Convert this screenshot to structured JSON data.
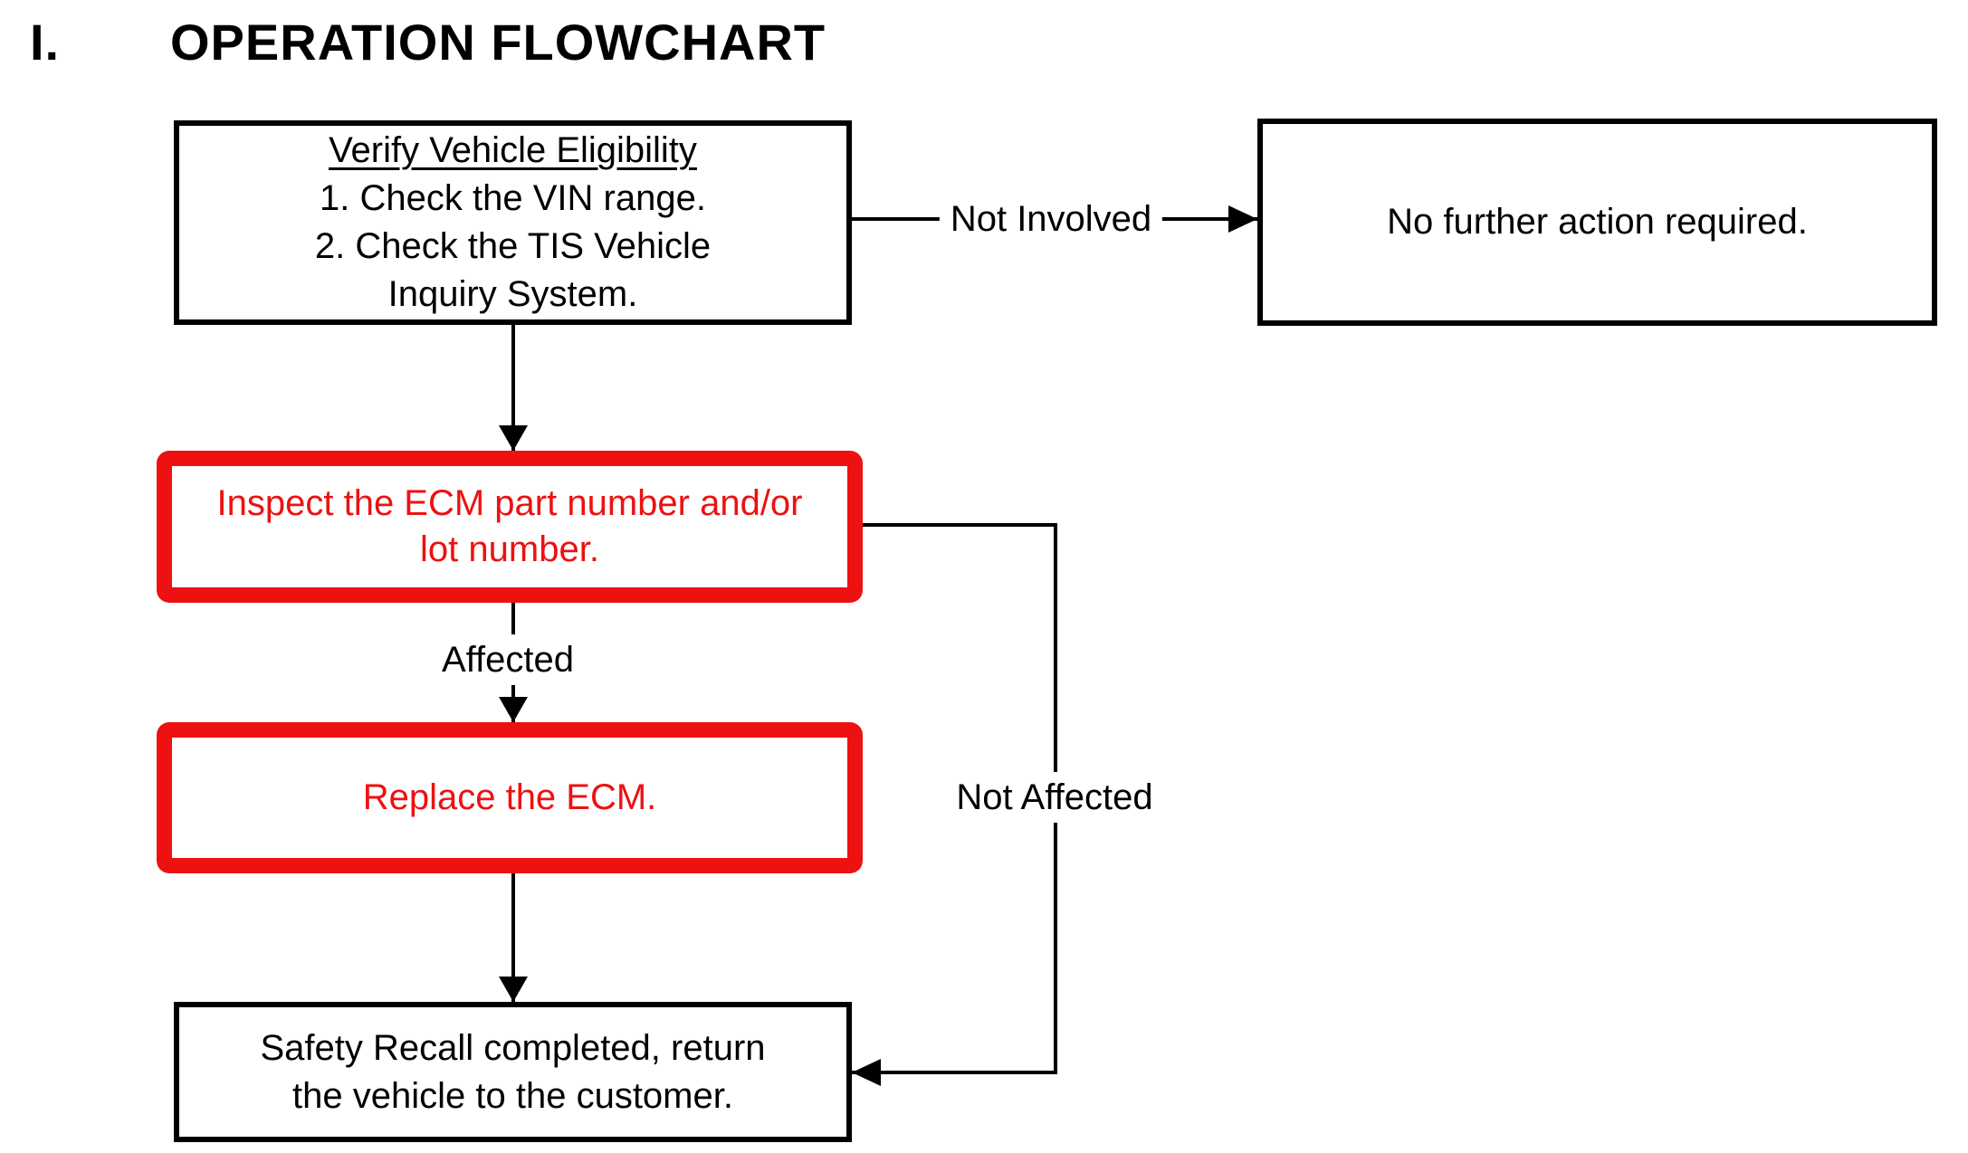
{
  "colors": {
    "highlight_red": "#ed1111",
    "line_black": "#000000",
    "background": "#ffffff"
  },
  "title": {
    "numeral": "I.",
    "text": "OPERATION FLOWCHART"
  },
  "boxes": {
    "verify": {
      "heading": "Verify Vehicle Eligibility",
      "step1": "1. Check the VIN range.",
      "step2_line1": "2. Check the TIS Vehicle",
      "step2_line2": "Inquiry System."
    },
    "no_action": {
      "text": "No further action required."
    },
    "inspect": {
      "line1": "Inspect the ECM part number and/or",
      "line2": "lot number."
    },
    "replace": {
      "text": "Replace the ECM."
    },
    "complete": {
      "line1": "Safety Recall completed, return",
      "line2": "the vehicle to the customer."
    }
  },
  "labels": {
    "not_involved": "Not Involved",
    "affected": "Affected",
    "not_affected": "Not Affected"
  }
}
